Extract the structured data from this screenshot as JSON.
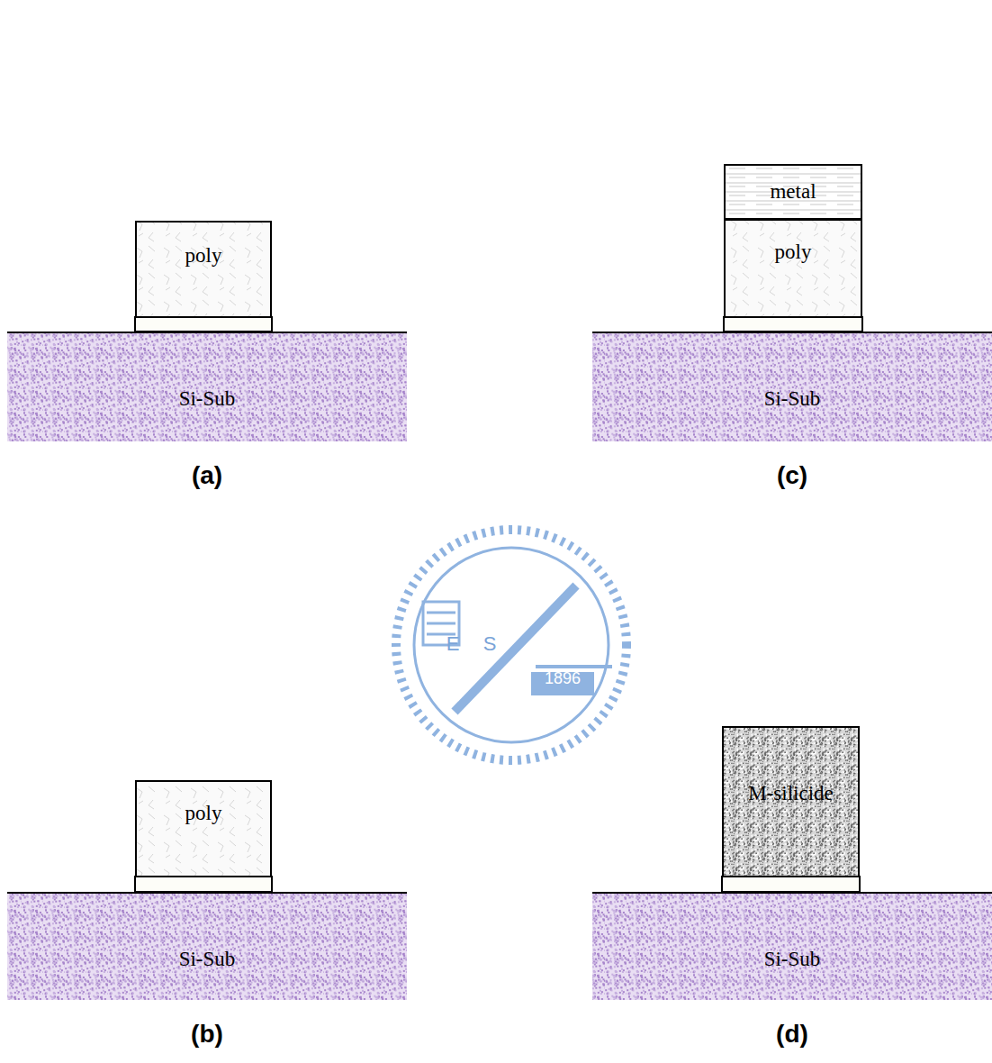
{
  "diagram": {
    "nodes": [
      {
        "text": [
          "poly"
        ]
      },
      {
        "text": [
          "Si-Sub"
        ]
      },
      {
        "text": [
          "metal"
        ]
      },
      {
        "text": [
          "poly"
        ]
      },
      {
        "text": [
          "Si-Sub"
        ]
      },
      {
        "text": [
          "poly"
        ]
      },
      {
        "text": [
          "Si-Sub"
        ]
      },
      {
        "text": [
          "M-silicide"
        ]
      },
      {
        "text": [
          "Si-Sub"
        ]
      }
    ],
    "labels": [
      "(a)",
      "(c)",
      "E",
      "S",
      "1896",
      "(b)",
      "(d)"
    ]
  }
}
